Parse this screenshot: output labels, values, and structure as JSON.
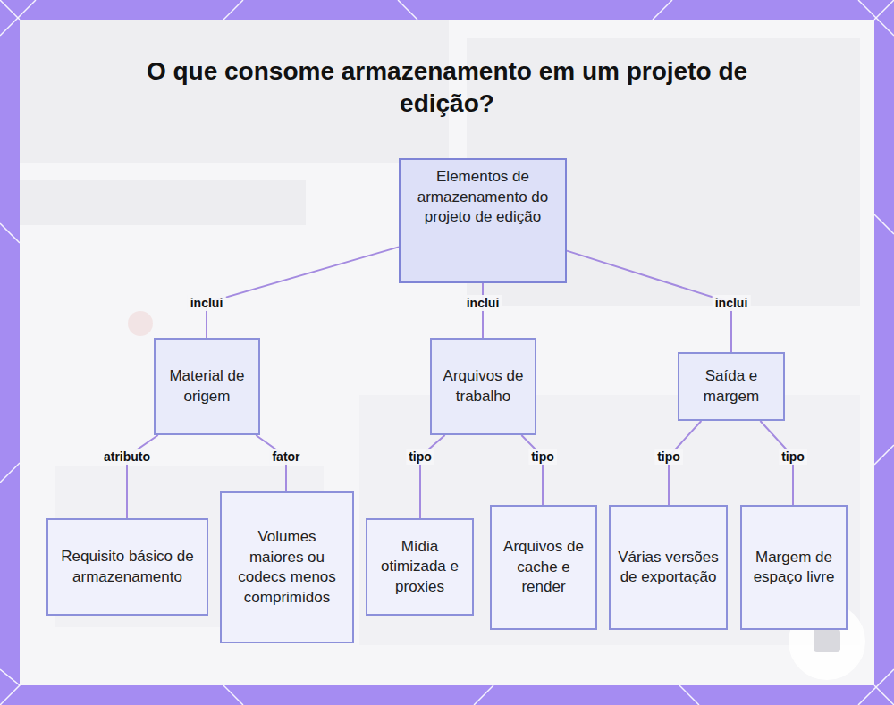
{
  "diagram": {
    "title": "O que consome armazenamento em um projeto de edição?",
    "nodes": [
      {
        "text": [
          "Elementos de armazenamento do projeto de edição"
        ]
      },
      {
        "text": [
          "Material de origem"
        ]
      },
      {
        "text": [
          "Arquivos de trabalho"
        ]
      },
      {
        "text": [
          "Saída e margem"
        ]
      },
      {
        "text": [
          "Requisito básico de armazenamento"
        ]
      },
      {
        "text": [
          "Volumes maiores ou codecs menos comprimidos"
        ]
      },
      {
        "text": [
          "Mídia otimizada e proxies"
        ]
      },
      {
        "text": [
          "Arquivos de cache e render"
        ]
      },
      {
        "text": [
          "Várias versões de exportação"
        ]
      },
      {
        "text": [
          "Margem de espaço livre"
        ]
      }
    ],
    "edges": [
      {
        "from": 0,
        "to": 1,
        "arrow": "none",
        "label": "inclui"
      },
      {
        "from": 0,
        "to": 2,
        "arrow": "none",
        "label": "inclui"
      },
      {
        "from": 0,
        "to": 3,
        "arrow": "none",
        "label": "inclui"
      },
      {
        "from": 1,
        "to": 4,
        "arrow": "none",
        "label": "atributo"
      },
      {
        "from": 1,
        "to": 5,
        "arrow": "none",
        "label": "fator"
      },
      {
        "from": 2,
        "to": 6,
        "arrow": "none",
        "label": "tipo"
      },
      {
        "from": 2,
        "to": 7,
        "arrow": "none",
        "label": "tipo"
      },
      {
        "from": 3,
        "to": 8,
        "arrow": "none",
        "label": "tipo"
      },
      {
        "from": 3,
        "to": 9,
        "arrow": "none",
        "label": "tipo"
      }
    ]
  }
}
